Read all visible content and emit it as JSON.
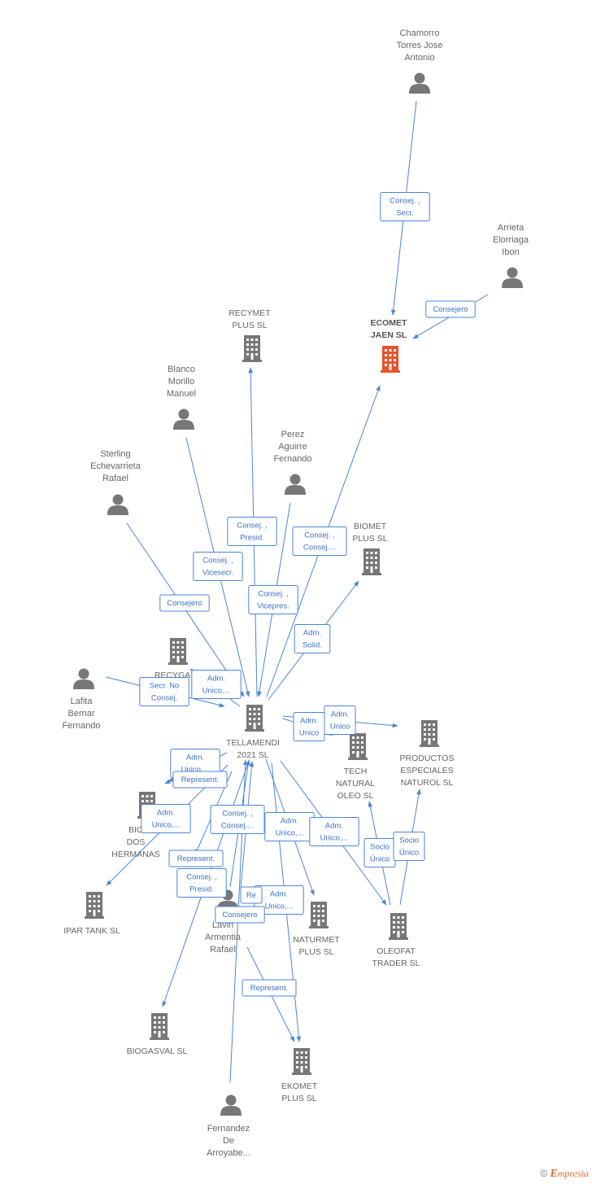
{
  "colors": {
    "edge": "#4a86d6",
    "icon": "#777777",
    "focus": "#e8532b",
    "label": "#666666"
  },
  "nodes": [
    {
      "id": "chamorro",
      "type": "person",
      "lines": [
        "Chamorro",
        "Torres Jose",
        "Antonio"
      ]
    },
    {
      "id": "arrieta",
      "type": "person",
      "lines": [
        "Arrieta",
        "Elorriaga",
        "Ibon"
      ]
    },
    {
      "id": "ecomet",
      "type": "company",
      "focus": true,
      "lines": [
        "ECOMET",
        "JAEN  SL"
      ]
    },
    {
      "id": "recymet",
      "type": "company",
      "lines": [
        "RECYMET",
        "PLUS  SL"
      ]
    },
    {
      "id": "blanco",
      "type": "person",
      "lines": [
        "Blanco",
        "Morillo",
        "Manuel"
      ]
    },
    {
      "id": "perez",
      "type": "person",
      "lines": [
        "Perez",
        "Aguirre",
        "Fernando"
      ]
    },
    {
      "id": "sterling",
      "type": "person",
      "lines": [
        "Sterling",
        "Echevarrieta",
        "Rafael"
      ]
    },
    {
      "id": "biomet",
      "type": "company",
      "lines": [
        "BIOMET",
        "PLUS  SL"
      ]
    },
    {
      "id": "recyga",
      "type": "company",
      "lines": [
        "RECYGA"
      ]
    },
    {
      "id": "lafita",
      "type": "person",
      "lines": [
        "Lafita",
        "Bernar",
        "Fernando"
      ]
    },
    {
      "id": "tellamendi",
      "type": "company",
      "lines": [
        "TELLAMENDI",
        "2021  SL"
      ]
    },
    {
      "id": "productos",
      "type": "company",
      "lines": [
        "PRODUCTOS",
        "ESPECIALES",
        "NATUROL  SL"
      ]
    },
    {
      "id": "tech",
      "type": "company",
      "lines": [
        "TECH",
        "NATURAL",
        "OLEO  SL"
      ]
    },
    {
      "id": "bio_dos",
      "type": "company",
      "lines": [
        "BIO",
        "DOS",
        "HERMANAS"
      ]
    },
    {
      "id": "ipar",
      "type": "company",
      "lines": [
        "IPAR TANK  SL"
      ]
    },
    {
      "id": "lavin",
      "type": "person",
      "lines": [
        "Lavin",
        "Armentia",
        "Rafael"
      ]
    },
    {
      "id": "naturmet",
      "type": "company",
      "lines": [
        "NATURMET",
        "PLUS  SL"
      ]
    },
    {
      "id": "oleofat",
      "type": "company",
      "lines": [
        "OLEOFAT",
        "TRADER  SL"
      ]
    },
    {
      "id": "biogasval",
      "type": "company",
      "lines": [
        "BIOGASVAL  SL"
      ]
    },
    {
      "id": "ekomet",
      "type": "company",
      "lines": [
        "EKOMET",
        "PLUS  SL"
      ]
    },
    {
      "id": "fernandez",
      "type": "person",
      "lines": [
        "Fernandez",
        "De",
        "Arroyabe..."
      ]
    }
  ],
  "relations": [
    {
      "from": "chamorro",
      "to": "ecomet",
      "lines": [
        "Consej. ,",
        "Secr."
      ]
    },
    {
      "from": "arrieta",
      "to": "ecomet",
      "lines": [
        "Consejero"
      ]
    },
    {
      "from": "tellamendi",
      "to": "ecomet",
      "lines": [
        "Consej. ,",
        "Consej...."
      ]
    },
    {
      "from": "tellamendi",
      "to": "recymet",
      "lines": [
        "Consej. ,",
        "Presid."
      ]
    },
    {
      "from": "blanco",
      "to": "tellamendi",
      "lines": [
        "Consej. ,",
        "Vicesecr."
      ]
    },
    {
      "from": "perez",
      "to": "tellamendi",
      "lines": [
        "Consej. ,",
        "Vicepres."
      ]
    },
    {
      "from": "sterling",
      "to": "tellamendi",
      "lines": [
        "Consejero"
      ]
    },
    {
      "from": "tellamendi",
      "to": "biomet",
      "lines": [
        "Adm.",
        "Solid."
      ]
    },
    {
      "from": "tellamendi",
      "to": "recyga",
      "lines": [
        "Adm.",
        "Unico,..."
      ]
    },
    {
      "from": "lafita",
      "to": "tellamendi",
      "lines": [
        "Secr.  No",
        "Consej."
      ]
    },
    {
      "from": "tellamendi",
      "to": "tech",
      "lines": [
        "Adm.",
        "Unico"
      ]
    },
    {
      "from": "tellamendi",
      "to": "productos",
      "lines": [
        "Adm.",
        "Unico"
      ]
    },
    {
      "from": "tellamendi",
      "to": "bio_dos",
      "lines": [
        "Adm.",
        "Unico,..."
      ]
    },
    {
      "from": "tellamendi",
      "to": "bio_dos",
      "lines": [
        "Represent."
      ]
    },
    {
      "from": "tellamendi",
      "to": "ipar",
      "lines": [
        "Adm.",
        "Unico,..."
      ]
    },
    {
      "from": "tellamendi",
      "to": "ipar",
      "lines": [
        "Represent."
      ]
    },
    {
      "from": "lavin",
      "to": "tellamendi",
      "lines": [
        "Consej. ,",
        "Consej...."
      ]
    },
    {
      "from": "tellamendi",
      "to": "biogasval",
      "lines": [
        "Consej. ,",
        "Presid."
      ]
    },
    {
      "from": "tellamendi",
      "to": "naturmet",
      "lines": [
        "Adm.",
        "Unico,..."
      ]
    },
    {
      "from": "tellamendi",
      "to": "oleofat",
      "lines": [
        "Adm.",
        "Unico,..."
      ]
    },
    {
      "from": "oleofat",
      "to": "tech",
      "lines": [
        "Socio",
        "Único"
      ]
    },
    {
      "from": "oleofat",
      "to": "productos",
      "lines": [
        "Socio",
        "Único"
      ]
    },
    {
      "from": "lavin",
      "to": "ekomet",
      "lines": [
        "Represent."
      ]
    },
    {
      "from": "tellamendi",
      "to": "ekomet",
      "lines": [
        "Adm.",
        "Unico,..."
      ]
    },
    {
      "from": "fernandez",
      "to": "tellamendi",
      "lines": [
        "Consejero"
      ]
    },
    {
      "from": "lavin",
      "to": "tellamendi",
      "lines": [
        "Re"
      ]
    }
  ],
  "footer": {
    "copyright": "©",
    "brand_initial": "E",
    "brand_rest": "mpresia"
  }
}
